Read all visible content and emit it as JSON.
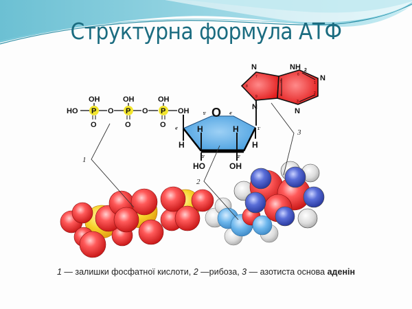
{
  "slide": {
    "title": "Структурна формула АТФ",
    "theme_colors": {
      "title": "#1b6c80",
      "wave_light": "#a8dde8",
      "wave_dark": "#5fb8cc",
      "phosphorus": "#f2e22e",
      "ribose": "#5aaee6",
      "adenine": "#ef3b3b",
      "oxygen_sphere": "#ee3333",
      "nitrogen_sphere": "#3e55c8",
      "hydrogen_sphere": "#d8d8d8"
    }
  },
  "diagram": {
    "phosphate_chain": {
      "left_group": "HO",
      "top_groups": [
        "OH",
        "OH",
        "OH"
      ],
      "atoms": [
        "P",
        "P",
        "P"
      ],
      "bridges": [
        "O",
        "O"
      ],
      "bottom_groups": [
        "O",
        "O",
        "O"
      ],
      "right_group": "OH"
    },
    "ribose": {
      "ring_oxygen": "O",
      "carbon_labels": [
        "5′",
        "4′",
        "4′",
        "1′",
        "3′",
        "2′"
      ],
      "hydrogens": [
        "H",
        "H",
        "H",
        "H"
      ],
      "hydroxyls": [
        "HO",
        "OH"
      ]
    },
    "adenine": {
      "amino": "NH",
      "amino_subscript": "2",
      "nitrogens": [
        "N",
        "N",
        "N",
        "N"
      ],
      "ring_numbers": [
        "7",
        "8",
        "9",
        "5",
        "4",
        "6",
        "1",
        "2",
        "3"
      ]
    },
    "pointer_labels": [
      "1",
      "2",
      "3"
    ]
  },
  "caption": {
    "num1": "1",
    "text1": " — залишки фосфатної кислоти, ",
    "num2": "2",
    "text2": " —рибоза, ",
    "num3": "3",
    "text3": " — азотиста основа ",
    "bold": "аденін"
  }
}
